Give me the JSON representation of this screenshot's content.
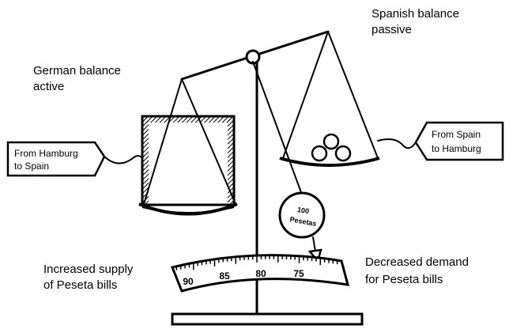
{
  "labels": {
    "spanish_balance_line1": "Spanish balance",
    "spanish_balance_line2": "passive",
    "german_balance_line1": "German balance",
    "german_balance_line2": "active",
    "from_hamburg_line1": "From Hamburg",
    "from_hamburg_line2": "to Spain",
    "from_spain_line1": "From Spain",
    "from_spain_line2": "to Hamburg",
    "weight_line1": "100",
    "weight_line2": "Pesetas",
    "increased_line1": "Increased supply",
    "increased_line2": "of Peseta bills",
    "decreased_line1": "Decreased demand",
    "decreased_line2": "for Peseta bills"
  },
  "scale": {
    "ticks": [
      "90",
      "85",
      "80",
      "75"
    ]
  }
}
